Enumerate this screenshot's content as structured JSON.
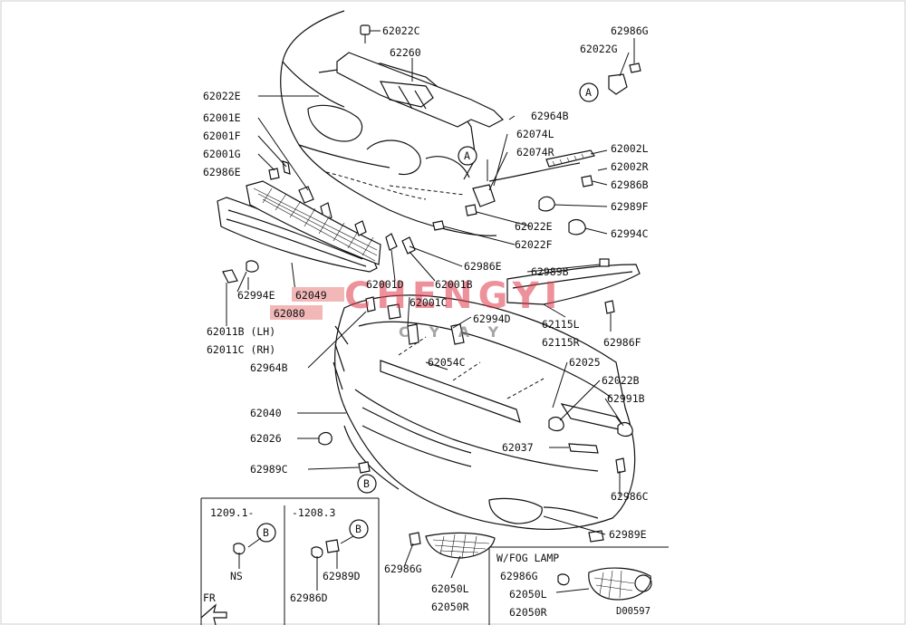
{
  "diagram": {
    "labels": {
      "p62022C": "62022C",
      "p62260": "62260",
      "p62986G_top": "62986G",
      "p62022G": "62022G",
      "ref_A_top": "A",
      "p62022E_top": "62022E",
      "p62001E": "62001E",
      "p62001F": "62001F",
      "p62001G": "62001G",
      "p62986E_left": "62986E",
      "p62964B_top": "62964B",
      "p62074L": "62074L",
      "p62074R": "62074R",
      "ref_A_mid": "A",
      "p62002L": "62002L",
      "p62002R": "62002R",
      "p62986B": "62986B",
      "p62989F": "62989F",
      "p62022E_mid": "62022E",
      "p62022F": "62022F",
      "p62994C": "62994C",
      "p62986E_mid": "62986E",
      "p62989B": "62989B",
      "p62994E": "62994E",
      "p62049": "62049",
      "p62001D": "62001D",
      "p62001B": "62001B",
      "p62001C": "62001C",
      "p62080": "62080",
      "p62994D": "62994D",
      "p62115L": "62115L",
      "p62115R": "62115R",
      "p62986F": "62986F",
      "p62011B": "62011B (LH)",
      "p62011C": "62011C (RH)",
      "p62964B_bot": "62964B",
      "p62054C": "62054C",
      "p62025": "62025",
      "p62022B": "62022B",
      "p62991B": "62991B",
      "p62040": "62040",
      "p62026": "62026",
      "p62037": "62037",
      "p62989C": "62989C",
      "ref_B_main": "B",
      "p62986C": "62986C",
      "p62989E": "62989E",
      "date_new": "1209.1-",
      "date_old": "-1208.3",
      "ref_B_new": "B",
      "ref_B_old": "B",
      "ns": "NS",
      "p62989D": "62989D",
      "p62986D": "62986D",
      "p62986G_mid": "62986G",
      "p62050L": "62050L",
      "p62050R": "62050R",
      "fog_title": "W/FOG LAMP",
      "p62986G_fog": "62986G",
      "p62050L_fog": "62050L",
      "p62050R_fog": "62050R",
      "diagram_code": "D00597",
      "fr": "FR"
    },
    "watermark": {
      "main": "CHENGYI",
      "sub": "CYAY"
    },
    "colors": {
      "line": "#111111",
      "highlight": "#f2b8b8",
      "watermark": "#e0394a"
    }
  }
}
